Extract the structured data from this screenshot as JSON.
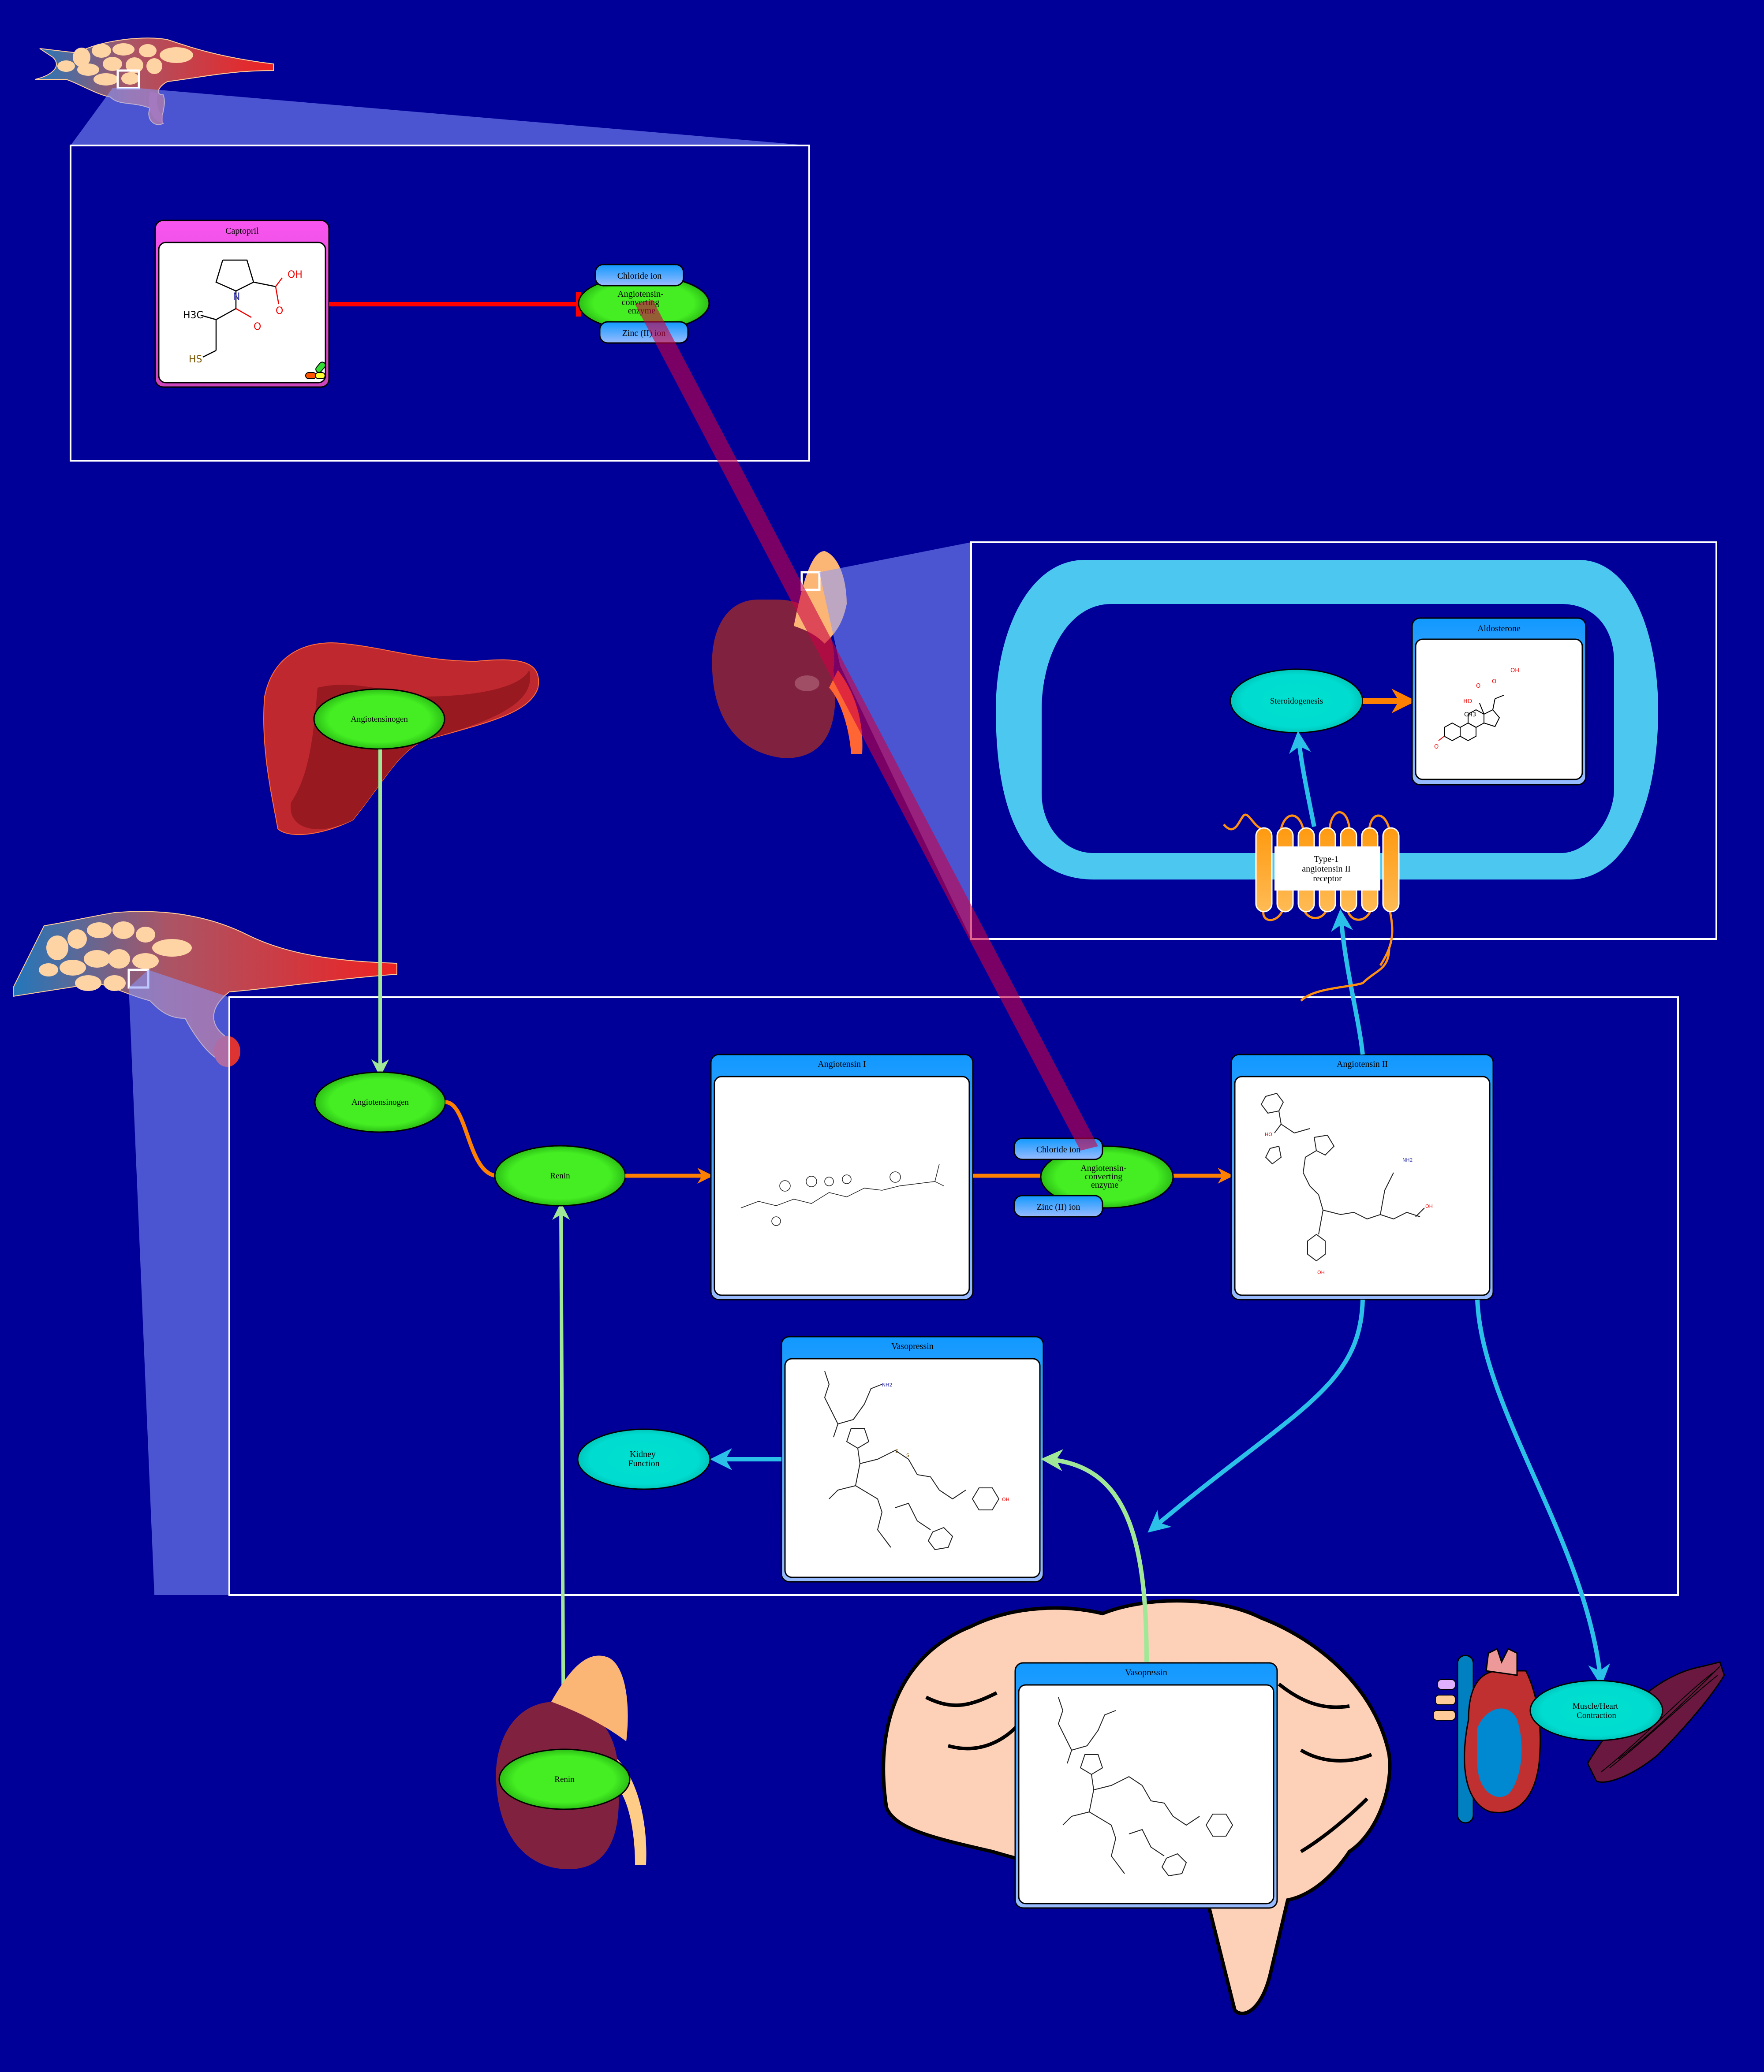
{
  "diagram": {
    "title": "Renin-angiotensin system",
    "colors": {
      "background": "#000099",
      "enzyme_fill": "#44ee22",
      "process_fill": "#00ddcc",
      "compound_header": "#1a99ff",
      "drug_header": "#f855f0",
      "ion_fill": "#55aaff",
      "edge_conversion": "#ff8000",
      "edge_transport": "#a0e898",
      "edge_stimulation": "#2ac0e8",
      "edge_inhibition": "#ff0000",
      "membrane": "#4cc8f0",
      "receptor": "#ffa020",
      "zoom_frame": "#ffffff"
    },
    "drug": {
      "name": "Captopril",
      "atoms": [
        "OH",
        "O",
        "N",
        "H3C",
        "O",
        "HS"
      ]
    },
    "ace_top": {
      "label": "Angiotensin-converting enzyme",
      "cofactor_top": "Chloride ion",
      "cofactor_bottom": "Zinc (II) ion"
    },
    "adrenal_cell": {
      "process": "Steroidogenesis",
      "product": "Aldosterone",
      "product_atoms": [
        "OH",
        "O",
        "O",
        "HO",
        "CH3",
        "O"
      ],
      "receptor": "Type-1 angiotensin II receptor"
    },
    "liver": {
      "label": "Angiotensinogen"
    },
    "kidney": {
      "label": "Renin"
    },
    "main": {
      "angiotensinogen": "Angiotensinogen",
      "renin": "Renin",
      "angiotensin1": "Angiotensin I",
      "ace": {
        "label": "Angiotensin-converting enzyme",
        "cofactor_top": "Chloride ion",
        "cofactor_bottom": "Zinc (II) ion"
      },
      "angiotensin2": "Angiotensin II",
      "vasopressin": "Vasopressin",
      "kidney_function": "Kidney Function"
    },
    "brain": {
      "label": "Vasopressin"
    },
    "heart": {
      "label": "Muscle/Heart Contraction"
    }
  }
}
